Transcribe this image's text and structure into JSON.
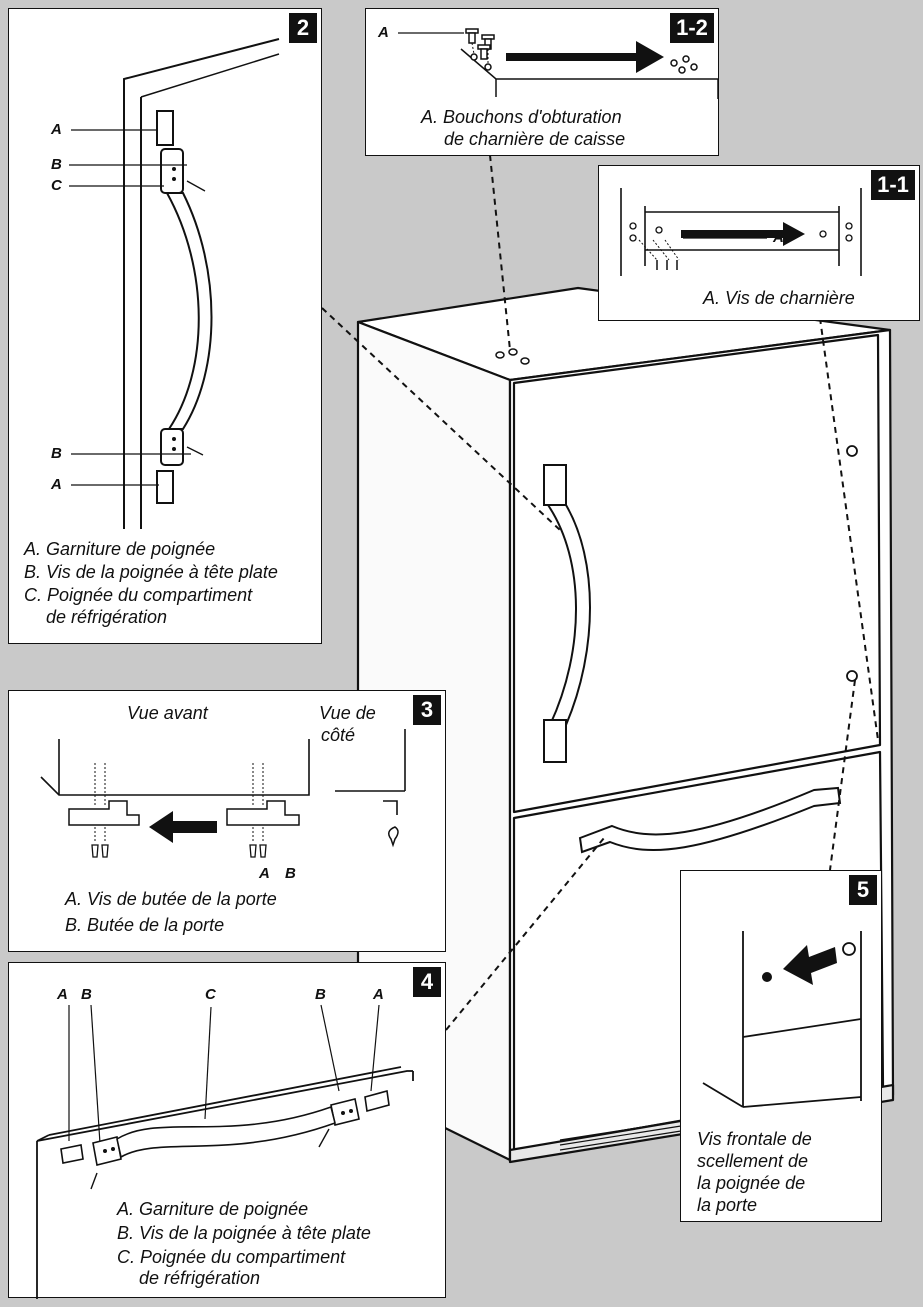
{
  "panels": {
    "p2": {
      "badge": "2",
      "labels": [
        "A",
        "B",
        "C",
        "B",
        "A"
      ],
      "captions": [
        "A. Garniture de poignée",
        "B. Vis de la poignée à tête plate",
        "C. Poignée du compartiment",
        "de réfrigération"
      ]
    },
    "p12": {
      "badge": "1-2",
      "label": "A",
      "captions": [
        "A. Bouchons d'obturation",
        "de charnière de caisse"
      ]
    },
    "p11": {
      "badge": "1-1",
      "label": "A",
      "captions": [
        "A. Vis de charnière"
      ]
    },
    "p3": {
      "badge": "3",
      "front_view": "Vue avant",
      "side_view_1": "Vue de",
      "side_view_2": "côté",
      "label_a": "A",
      "label_b": "B",
      "captions": [
        "A. Vis de butée de la porte",
        "B. Butée de la porte"
      ]
    },
    "p4": {
      "badge": "4",
      "labels": [
        "A",
        "B",
        "C",
        "B",
        "A"
      ],
      "captions": [
        "A. Garniture de poignée",
        "B. Vis de la poignée à tête plate",
        "C. Poignée du compartiment",
        "de réfrigération"
      ]
    },
    "p5": {
      "badge": "5",
      "captions": [
        "Vis frontale de",
        "scellement de",
        "la poignée de",
        "la porte"
      ]
    }
  },
  "colors": {
    "background": "#c9c9c9",
    "panel": "#ffffff",
    "ink": "#111111",
    "badge": "#111111"
  }
}
